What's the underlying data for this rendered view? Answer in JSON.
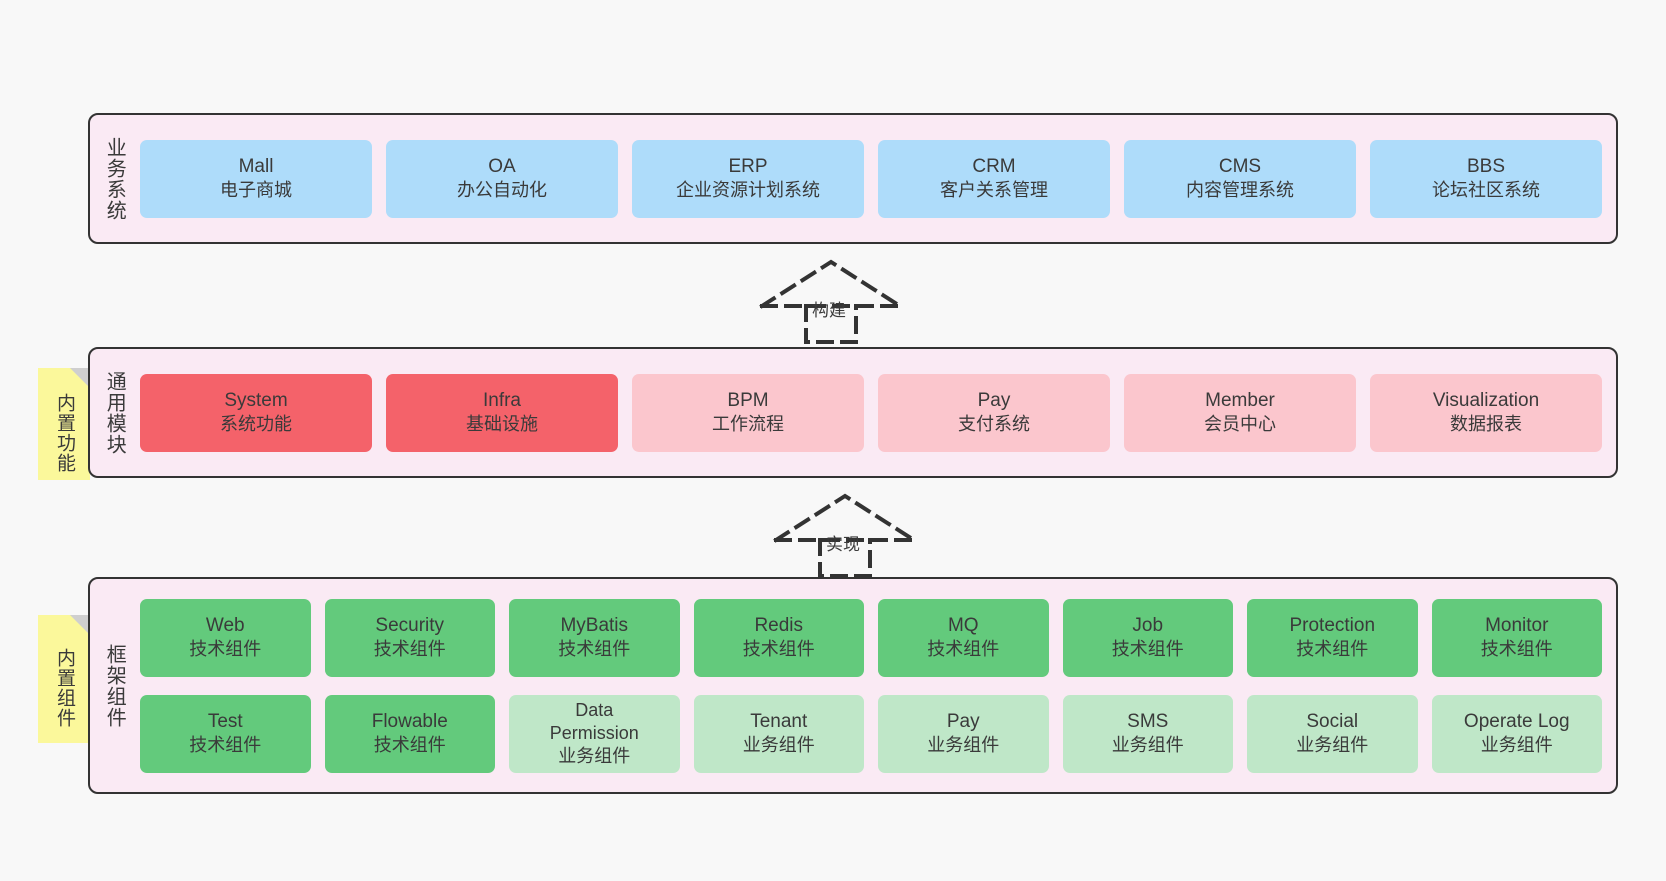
{
  "diagram": {
    "title_hidden": "",
    "background": "#f8f8f8",
    "panel_bg": "#faeaf4",
    "border": "#333333"
  },
  "layers": [
    {
      "id": "business-systems",
      "title": "业务系统",
      "rows": [
        {
          "cards": [
            {
              "en": "Mall",
              "cn": "电子商城",
              "color": "#aedcfa",
              "style": "c-blue"
            },
            {
              "en": "OA",
              "cn": "办公自动化",
              "color": "#aedcfa",
              "style": "c-blue"
            },
            {
              "en": "ERP",
              "cn": "企业资源计划系统",
              "color": "#aedcfa",
              "style": "c-blue"
            },
            {
              "en": "CRM",
              "cn": "客户关系管理",
              "color": "#aedcfa",
              "style": "c-blue"
            },
            {
              "en": "CMS",
              "cn": "内容管理系统",
              "color": "#aedcfa",
              "style": "c-blue"
            },
            {
              "en": "BBS",
              "cn": "论坛社区系统",
              "color": "#aedcfa",
              "style": "c-blue"
            }
          ]
        }
      ]
    },
    {
      "id": "common-modules",
      "title": "通用模块",
      "note": "内置功能",
      "rows": [
        {
          "cards": [
            {
              "en": "System",
              "cn": "系统功能",
              "color": "#f4626a",
              "style": "c-red"
            },
            {
              "en": "Infra",
              "cn": "基础设施",
              "color": "#f4626a",
              "style": "c-red"
            },
            {
              "en": "BPM",
              "cn": "工作流程",
              "color": "#fbc6cd",
              "style": "c-pink"
            },
            {
              "en": "Pay",
              "cn": "支付系统",
              "color": "#fbc6cd",
              "style": "c-pink"
            },
            {
              "en": "Member",
              "cn": "会员中心",
              "color": "#fbc6cd",
              "style": "c-pink"
            },
            {
              "en": "Visualization",
              "cn": "数据报表",
              "color": "#fbc6cd",
              "style": "c-pink"
            }
          ]
        }
      ]
    },
    {
      "id": "framework-components",
      "title": "框架组件",
      "note": "内置组件",
      "rows": [
        {
          "cards": [
            {
              "en": "Web",
              "cn": "技术组件",
              "color": "#63ca7c",
              "style": "c-green"
            },
            {
              "en": "Security",
              "cn": "技术组件",
              "color": "#63ca7c",
              "style": "c-green"
            },
            {
              "en": "MyBatis",
              "cn": "技术组件",
              "color": "#63ca7c",
              "style": "c-green"
            },
            {
              "en": "Redis",
              "cn": "技术组件",
              "color": "#63ca7c",
              "style": "c-green"
            },
            {
              "en": "MQ",
              "cn": "技术组件",
              "color": "#63ca7c",
              "style": "c-green"
            },
            {
              "en": "Job",
              "cn": "技术组件",
              "color": "#63ca7c",
              "style": "c-green"
            },
            {
              "en": "Protection",
              "cn": "技术组件",
              "color": "#63ca7c",
              "style": "c-green"
            },
            {
              "en": "Monitor",
              "cn": "技术组件",
              "color": "#63ca7c",
              "style": "c-green"
            }
          ]
        },
        {
          "cards": [
            {
              "en": "Test",
              "cn": "技术组件",
              "color": "#63ca7c",
              "style": "c-green"
            },
            {
              "en": "Flowable",
              "cn": "技术组件",
              "color": "#63ca7c",
              "style": "c-green"
            },
            {
              "en": "Data Permission",
              "cn": "业务组件",
              "color": "#bfe7c8",
              "style": "c-lightgreen"
            },
            {
              "en": "Tenant",
              "cn": "业务组件",
              "color": "#bfe7c8",
              "style": "c-lightgreen"
            },
            {
              "en": "Pay",
              "cn": "业务组件",
              "color": "#bfe7c8",
              "style": "c-lightgreen"
            },
            {
              "en": "SMS",
              "cn": "业务组件",
              "color": "#bfe7c8",
              "style": "c-lightgreen"
            },
            {
              "en": "Social",
              "cn": "业务组件",
              "color": "#bfe7c8",
              "style": "c-lightgreen"
            },
            {
              "en": "Operate Log",
              "cn": "业务组件",
              "color": "#bfe7c8",
              "style": "c-lightgreen"
            }
          ]
        }
      ]
    }
  ],
  "connectors": [
    {
      "id": "build",
      "label": "构建"
    },
    {
      "id": "implement",
      "label": "实现"
    }
  ]
}
